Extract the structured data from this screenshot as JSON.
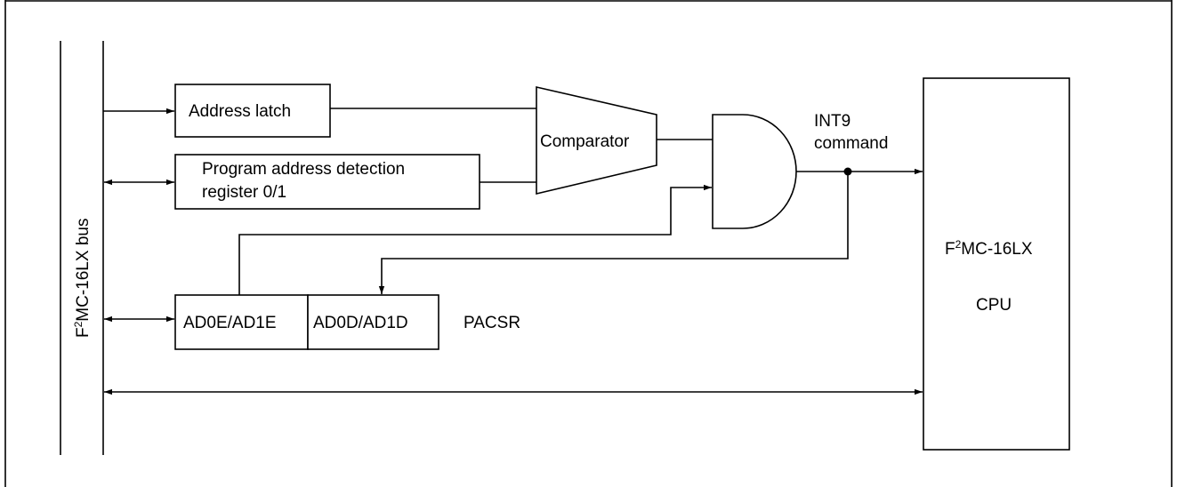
{
  "diagram": {
    "bus_label_prefix": "F",
    "bus_label_sup": "2",
    "bus_label_suffix": "MC-16LX bus",
    "address_latch": "Address latch",
    "detection_register_line1": "Program address detection",
    "detection_register_line2": "register 0/1",
    "comparator": "Comparator",
    "int9_line1": "INT9",
    "int9_line2": "command",
    "pacsr_cell1": "AD0E/AD1E",
    "pacsr_cell2": "AD0D/AD1D",
    "pacsr_label": "PACSR",
    "cpu_line1_prefix": "F",
    "cpu_line1_sup": "2",
    "cpu_line1_suffix": "MC-16LX",
    "cpu_line2": "CPU"
  }
}
